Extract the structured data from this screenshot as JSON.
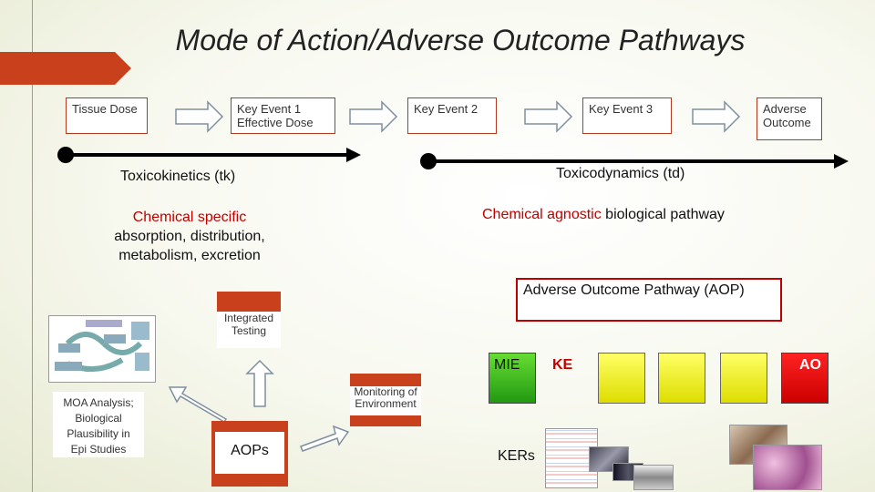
{
  "title": "Mode of Action/Adverse Outcome Pathways",
  "events": [
    {
      "label": "Tissue Dose"
    },
    {
      "label": "Key Event  1\nEffective Dose"
    },
    {
      "label": "Key Event 2"
    },
    {
      "label": "Key Event 3"
    },
    {
      "label": "Adverse\nOutcome"
    }
  ],
  "toxicokinetics": "Toxicokinetics (tk)",
  "toxicodynamics": "Toxicodynamics (td)",
  "chemical_specific": "Chemical specific",
  "adme": "absorption, distribution,\nmetabolism, excretion",
  "chemical_agnostic": "Chemical agnostic",
  "biological_pathway": " biological pathway",
  "aop_label": "Adverse  Outcome Pathway (AOP)",
  "integrated_testing": "Integrated\nTesting",
  "moa_analysis": "MOA Analysis;\nBiological\nPlausibility in\nEpi Studies",
  "aops": "AOPs",
  "monitoring": "Monitoring of\nEnvironment",
  "mie": "MIE",
  "ke": "KE",
  "ao": "AO",
  "kers": "KERs",
  "colors": {
    "accent": "#c8401c",
    "red": "#c00000",
    "mie_green": "#33aa22",
    "ke_yellow": "#ffff33"
  }
}
